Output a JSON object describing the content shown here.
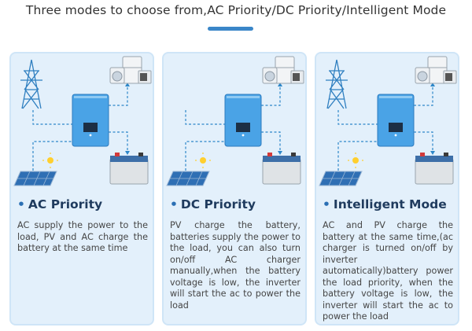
{
  "header": {
    "title": "Three modes to choose from,AC Priority/DC Priority/Intelligent Mode"
  },
  "colors": {
    "accent": "#3a86c8",
    "panel_bg": "#e3f0fb",
    "inverter_blue": "#4aa3e6",
    "flow_line": "#2d87c9",
    "heading_text": "#1f3b5e"
  },
  "icons": [
    "transmission-tower-icon",
    "appliances-icon",
    "inverter-icon",
    "battery-icon",
    "solar-panel-icon",
    "sun-icon"
  ],
  "modes": [
    {
      "title": "AC Priority",
      "description": "AC supply the power to the load, PV and AC charge the battery at the same time"
    },
    {
      "title": "DC Priority",
      "description": "PV charge the battery, batteries supply the power to the load, you can also turn on/off AC charger manually,when the battery voltage is low, the inverter will start the ac to power the load"
    },
    {
      "title": "Intelligent Mode",
      "description": "AC and PV charge the battery at the same time,(ac charger is turned on/off by inverter automatically)battery power the load priority, when the battery voltage is low, the inverter will start the ac to power the load"
    }
  ]
}
